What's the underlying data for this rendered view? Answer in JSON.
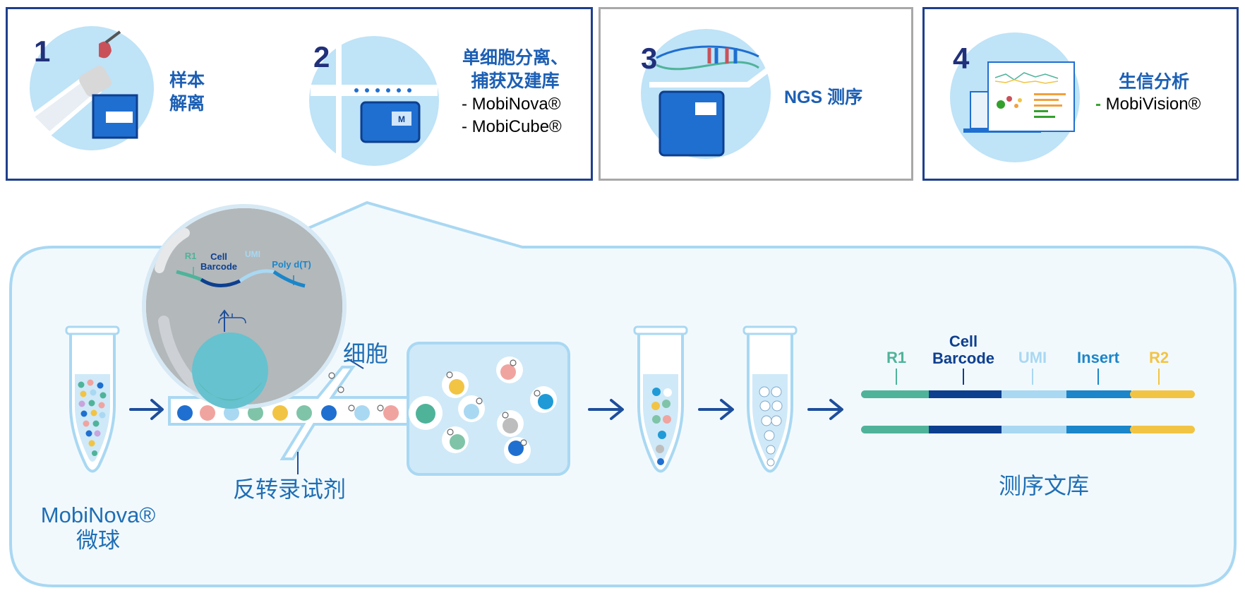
{
  "steps": [
    {
      "number": "1",
      "title_lines": [
        "样本",
        "解离"
      ]
    },
    {
      "number": "2",
      "title_lines": [
        "单细胞分离、",
        "捕获及建库"
      ],
      "bullets": [
        "- MobiNova®",
        "- MobiCube®"
      ]
    },
    {
      "number": "3",
      "title_lines": [
        "NGS 测序"
      ]
    },
    {
      "number": "4",
      "title_lines": [
        "生信分析"
      ],
      "bullets": [
        "MobiVision®"
      ]
    }
  ],
  "workflow": {
    "bead_label": "MobiNova®",
    "bead_label_2": "微球",
    "rt_reagent_label": "反转录试剂",
    "cell_label": "细胞",
    "library_label": "测序文库",
    "zoom": {
      "r1": "R1",
      "cell": "Cell",
      "barcode": "Barcode",
      "umi": "UMI",
      "polydt": "Poly d(T)"
    }
  },
  "library": {
    "segments": [
      {
        "label": "R1",
        "color": "#4fb39a"
      },
      {
        "label": "Cell\nBarcode",
        "color": "#0d3f8f"
      },
      {
        "label": "UMI",
        "color": "#a9d8f2"
      },
      {
        "label": "Insert",
        "color": "#1b86c9"
      },
      {
        "label": "R2",
        "color": "#f2c444"
      }
    ]
  },
  "colors": {
    "dark_blue": "#1f3f8c",
    "text_blue": "#1c5fb4",
    "light_blue": "#bfe3f7",
    "arrow": "#1d4e9b"
  }
}
